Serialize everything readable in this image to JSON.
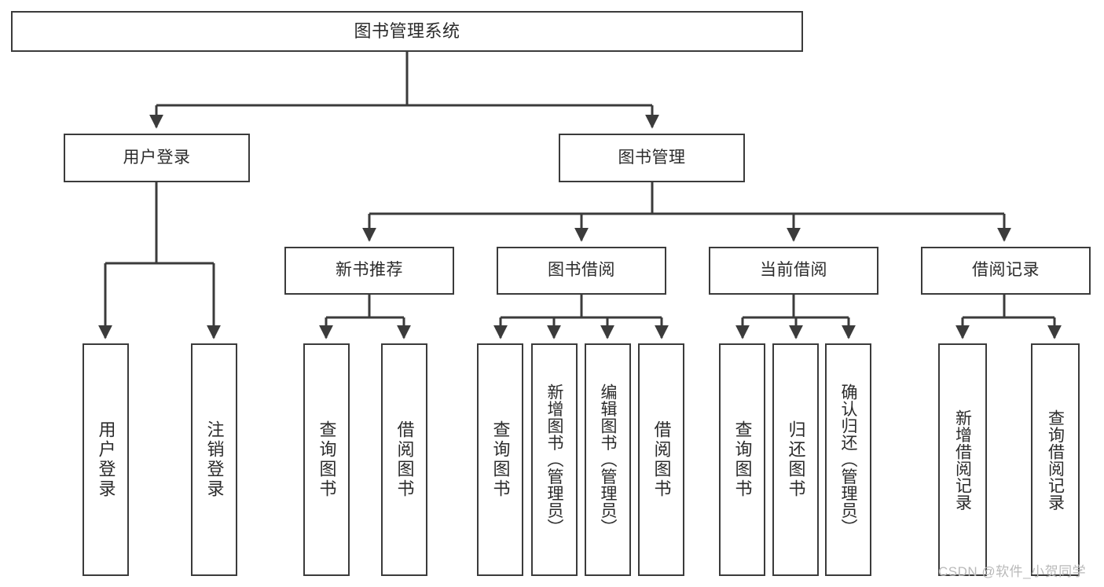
{
  "diagram": {
    "type": "tree-hierarchy-chart",
    "title": "图书管理系统",
    "root": {
      "label": "图书管理系统"
    },
    "level2": [
      {
        "id": "user-login",
        "label": "用户登录"
      },
      {
        "id": "book-management",
        "label": "图书管理"
      }
    ],
    "level3": [
      {
        "id": "new-book-recommend",
        "label": "新书推荐",
        "parent": "book-management"
      },
      {
        "id": "book-borrow",
        "label": "图书借阅",
        "parent": "book-management"
      },
      {
        "id": "current-borrow",
        "label": "当前借阅",
        "parent": "book-management"
      },
      {
        "id": "borrow-record",
        "label": "借阅记录",
        "parent": "book-management"
      }
    ],
    "leaves": [
      {
        "id": "leaf-user-login",
        "label": "用户登录",
        "parent": "user-login"
      },
      {
        "id": "leaf-logout-login",
        "label": "注销登录",
        "parent": "user-login"
      },
      {
        "id": "leaf-query-book-1",
        "label": "查询图书",
        "parent": "new-book-recommend"
      },
      {
        "id": "leaf-borrow-book-1",
        "label": "借阅图书",
        "parent": "new-book-recommend"
      },
      {
        "id": "leaf-query-book-2",
        "label": "查询图书",
        "parent": "book-borrow"
      },
      {
        "id": "leaf-add-book",
        "label": "新增图书（管理员）",
        "parent": "book-borrow"
      },
      {
        "id": "leaf-edit-book",
        "label": "编辑图书（管理员）",
        "parent": "book-borrow"
      },
      {
        "id": "leaf-borrow-book-2",
        "label": "借阅图书",
        "parent": "book-borrow"
      },
      {
        "id": "leaf-query-book-3",
        "label": "查询图书",
        "parent": "current-borrow"
      },
      {
        "id": "leaf-return-book",
        "label": "归还图书",
        "parent": "current-borrow"
      },
      {
        "id": "leaf-confirm-return",
        "label": "确认归还（管理员）",
        "parent": "current-borrow"
      },
      {
        "id": "leaf-add-record",
        "label": "新增借阅记录",
        "parent": "borrow-record"
      },
      {
        "id": "leaf-query-record",
        "label": "查询借阅记录",
        "parent": "borrow-record"
      }
    ],
    "colors": {
      "box_border": "#3b3b3b",
      "box_fill": "#ffffff",
      "connector": "#3b3b3b",
      "text": "#2b2b2b",
      "watermark": "#b9b9b9"
    }
  },
  "watermark": {
    "text": "CSDN @软件_小贺同学"
  }
}
